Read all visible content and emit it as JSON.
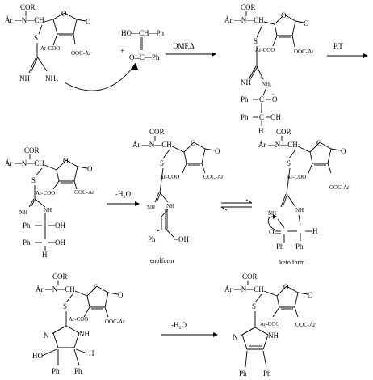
{
  "scheme": {
    "reagent_conditions": "DMF,Δ",
    "proton_transfer": "P.T",
    "dehydration_1": "-H₂O",
    "dehydration_2": "-H₂O",
    "enol_form_caption": "enolform",
    "keto_form_caption": "keto form"
  },
  "labels": {
    "cor": "COR",
    "ar_n_ch": "Ár —N—CH",
    "s": "S",
    "o": "O",
    "ar_coo": "Ar-COO",
    "ooc_ar": "OOC-Ar",
    "nh": "NH",
    "nh2": "NH₂",
    "nh_plus": "NH",
    "ho_ch_ph": "HO—CH—Ph",
    "o_c_ph": "O═C—Ph",
    "ph": "Ph",
    "oh": "OH",
    "h": "H",
    "n": "N",
    "plus": "+",
    "minus": "-",
    "ho": "HO",
    "c": "C"
  }
}
